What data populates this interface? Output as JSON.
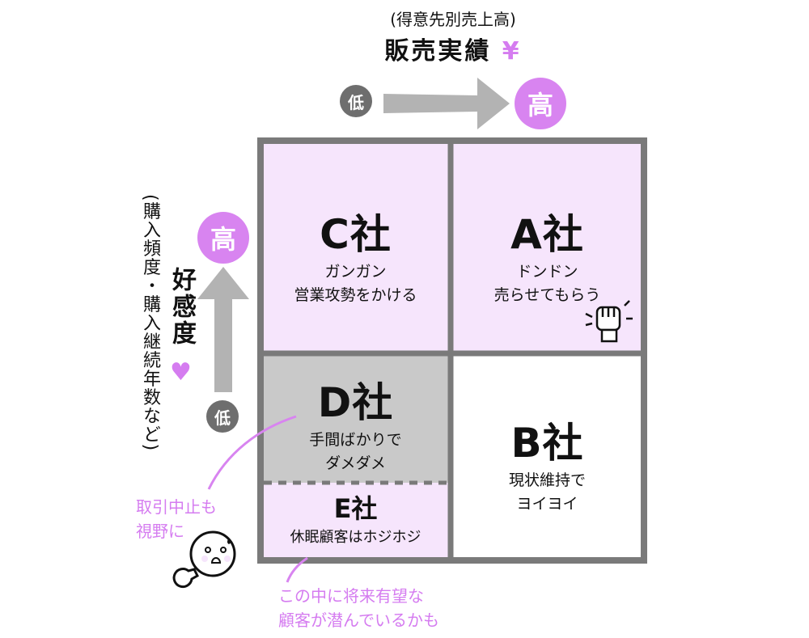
{
  "header": {
    "subtitle": "(得意先別売上高)",
    "title": "販売実績",
    "currency": "¥"
  },
  "x_axis": {
    "low": "低",
    "high": "高"
  },
  "y_axis": {
    "low": "低",
    "high": "高",
    "subtitle": "(購入頻度・購入継続年数など)",
    "title": "好感度",
    "heart": "♥"
  },
  "cells": {
    "c": {
      "name": "C社",
      "desc1": "ガンガン",
      "desc2": "営業攻勢をかける"
    },
    "a": {
      "name": "A社",
      "desc1": "ドンドン",
      "desc2": "売らせてもらう"
    },
    "d": {
      "name": "D社",
      "desc1": "手間ばかりで",
      "desc2": "ダメダメ"
    },
    "b": {
      "name": "B社",
      "desc1": "現状維持で",
      "desc2": "ヨイヨイ"
    },
    "e": {
      "name": "E社",
      "desc1": "休眠顧客はホジホジ"
    }
  },
  "notes": {
    "d_note1": "取引中止も",
    "d_note2": "視野に",
    "e_note1": "この中に将来有望な",
    "e_note2": "顧客が潜んでいるかも"
  },
  "colors": {
    "accent": "#d884f0",
    "pink": "#f6e5fc",
    "gray_cell": "#c9c9c9",
    "border": "#7a7a7a",
    "dark_circle": "#6e6e6e"
  }
}
